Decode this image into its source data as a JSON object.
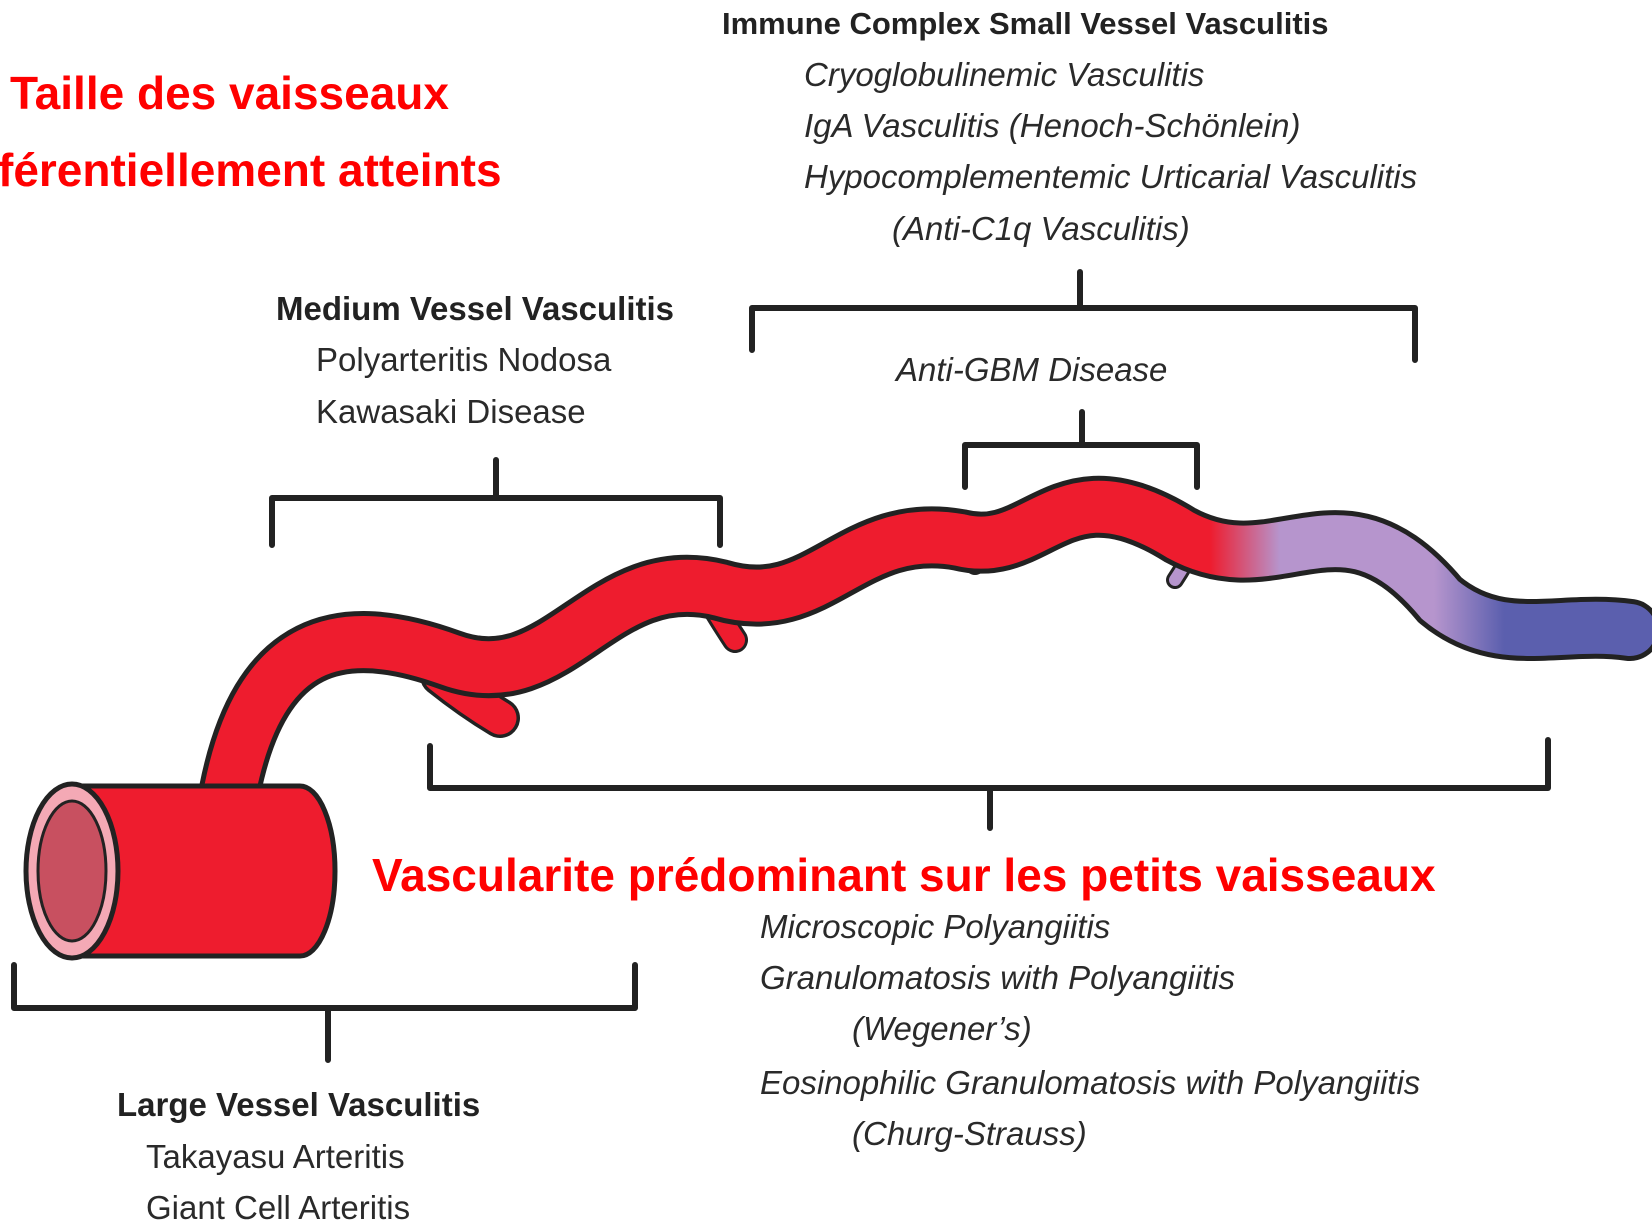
{
  "title": {
    "line1": "Taille des vaisseaux",
    "line2": "férentiellement atteints"
  },
  "small_vessel_caption": "Vascularite prédominant sur les petits vaisseaux",
  "immune_complex": {
    "heading": "Immune Complex  Small Vessel Vasculitis",
    "items": [
      "Cryoglobulinemic Vasculitis",
      "IgA Vasculitis (Henoch-Schönlein)",
      "Hypocomplementemic Urticarial Vasculitis",
      "(Anti-C1q Vasculitis)"
    ]
  },
  "anti_gbm": "Anti-GBM Disease",
  "medium_vessel": {
    "heading": "Medium Vessel Vasculitis",
    "items": [
      "Polyarteritis Nodosa",
      "Kawasaki Disease"
    ]
  },
  "anca": {
    "items": [
      "Microscopic Polyangiitis",
      "Granulomatosis with Polyangiitis",
      "(Wegener’s)",
      "Eosinophilic Granulomatosis with Polyangiitis",
      "(Churg-Strauss)"
    ]
  },
  "large_vessel": {
    "heading": "Large Vessel Vasculitis",
    "items": [
      "Takayasu Arteritis",
      "Giant Cell Arteritis"
    ]
  },
  "colors": {
    "artery": "#ee1c2e",
    "arteriole_purple": "#b695cd",
    "vein_blue": "#5b5fae",
    "lumen": "#c85060",
    "wall_pink": "#f4a9b5",
    "annotation_red": "#ff0000"
  }
}
